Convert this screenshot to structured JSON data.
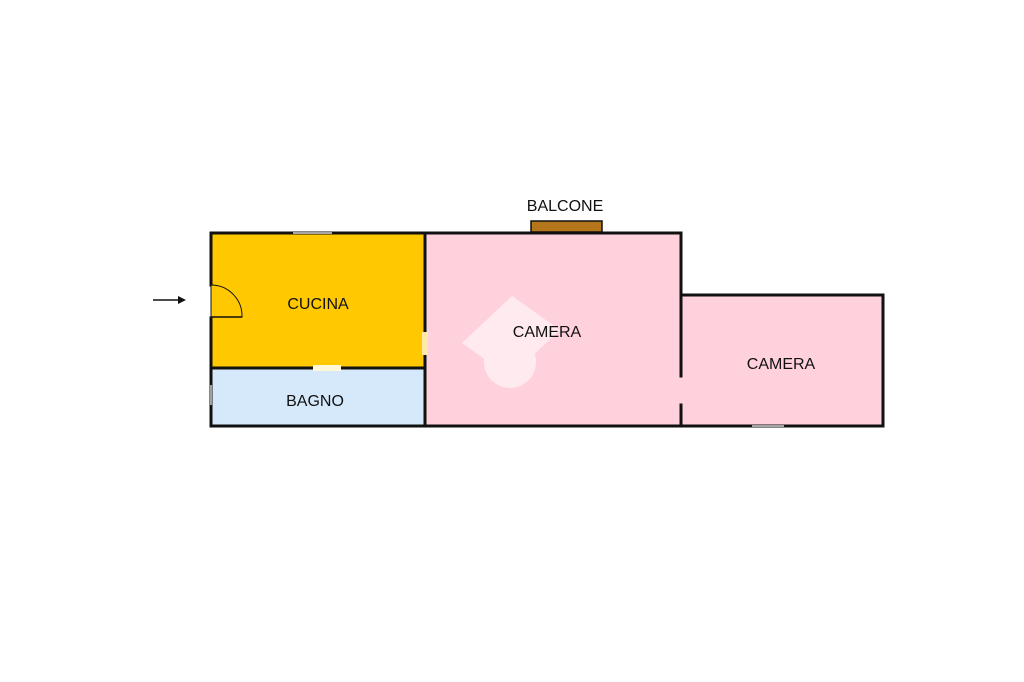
{
  "floorplan": {
    "rooms": [
      {
        "label": "CUCINA",
        "color": "#FFC800"
      },
      {
        "label": "BAGNO",
        "color": "#D6E9FB"
      },
      {
        "label": "CAMERA",
        "color": "#FFD1DC"
      },
      {
        "label": "CAMERA",
        "color": "#FFD1DC"
      }
    ],
    "balcony": {
      "label": "BALCONE",
      "color": "#B5751A"
    },
    "wall_color": "#111111",
    "entrance_arrow": "entrance-arrow-icon",
    "watermark": "watermark-logo-icon"
  }
}
